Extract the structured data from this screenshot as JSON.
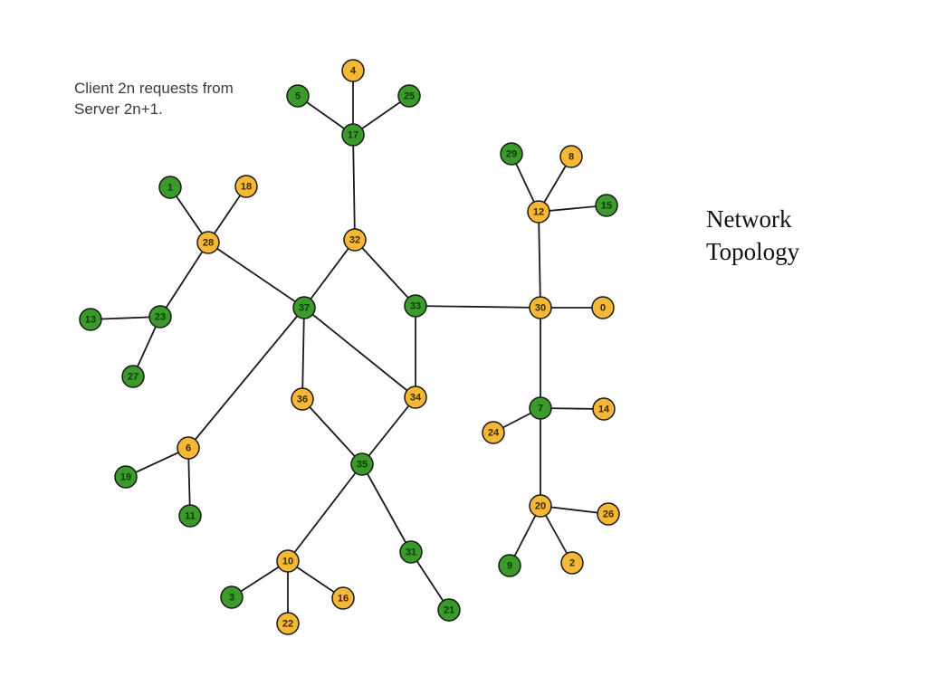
{
  "caption": {
    "line1": "Client 2n requests from",
    "line2": "Server 2n+1."
  },
  "title": {
    "line1": "Network",
    "line2": "Topology"
  },
  "colors": {
    "client": "#3a9a2a",
    "server": "#f4b736",
    "client_text": "#0e3a0e",
    "server_text": "#3a2a00"
  },
  "nodes": [
    {
      "id": "0",
      "role": "server"
    },
    {
      "id": "1",
      "role": "client"
    },
    {
      "id": "2",
      "role": "server"
    },
    {
      "id": "3",
      "role": "client"
    },
    {
      "id": "4",
      "role": "server"
    },
    {
      "id": "5",
      "role": "client"
    },
    {
      "id": "6",
      "role": "server"
    },
    {
      "id": "7",
      "role": "client"
    },
    {
      "id": "8",
      "role": "server"
    },
    {
      "id": "9",
      "role": "client"
    },
    {
      "id": "10",
      "role": "server"
    },
    {
      "id": "11",
      "role": "client"
    },
    {
      "id": "12",
      "role": "server"
    },
    {
      "id": "13",
      "role": "client"
    },
    {
      "id": "14",
      "role": "server"
    },
    {
      "id": "15",
      "role": "client"
    },
    {
      "id": "16",
      "role": "server"
    },
    {
      "id": "17",
      "role": "client"
    },
    {
      "id": "18",
      "role": "server"
    },
    {
      "id": "19",
      "role": "client"
    },
    {
      "id": "20",
      "role": "server"
    },
    {
      "id": "21",
      "role": "client"
    },
    {
      "id": "22",
      "role": "server"
    },
    {
      "id": "23",
      "role": "client"
    },
    {
      "id": "24",
      "role": "server"
    },
    {
      "id": "25",
      "role": "client"
    },
    {
      "id": "26",
      "role": "server"
    },
    {
      "id": "27",
      "role": "client"
    },
    {
      "id": "28",
      "role": "server"
    },
    {
      "id": "29",
      "role": "client"
    },
    {
      "id": "30",
      "role": "server"
    },
    {
      "id": "31",
      "role": "client"
    },
    {
      "id": "32",
      "role": "server"
    },
    {
      "id": "33",
      "role": "client"
    },
    {
      "id": "34",
      "role": "server"
    },
    {
      "id": "35",
      "role": "client"
    },
    {
      "id": "36",
      "role": "server"
    },
    {
      "id": "37",
      "role": "client"
    }
  ],
  "edges": [
    [
      "4",
      "17"
    ],
    [
      "5",
      "17"
    ],
    [
      "25",
      "17"
    ],
    [
      "17",
      "32"
    ],
    [
      "32",
      "37"
    ],
    [
      "32",
      "33"
    ],
    [
      "1",
      "28"
    ],
    [
      "18",
      "28"
    ],
    [
      "28",
      "37"
    ],
    [
      "28",
      "23"
    ],
    [
      "13",
      "23"
    ],
    [
      "27",
      "23"
    ],
    [
      "37",
      "36"
    ],
    [
      "37",
      "34"
    ],
    [
      "37",
      "6"
    ],
    [
      "33",
      "34"
    ],
    [
      "33",
      "30"
    ],
    [
      "36",
      "35"
    ],
    [
      "34",
      "35"
    ],
    [
      "6",
      "19"
    ],
    [
      "6",
      "11"
    ],
    [
      "35",
      "10"
    ],
    [
      "35",
      "31"
    ],
    [
      "10",
      "3"
    ],
    [
      "10",
      "16"
    ],
    [
      "10",
      "22"
    ],
    [
      "31",
      "21"
    ],
    [
      "29",
      "12"
    ],
    [
      "8",
      "12"
    ],
    [
      "15",
      "12"
    ],
    [
      "12",
      "30"
    ],
    [
      "30",
      "0"
    ],
    [
      "30",
      "7"
    ],
    [
      "7",
      "24"
    ],
    [
      "7",
      "14"
    ],
    [
      "7",
      "20"
    ],
    [
      "20",
      "26"
    ],
    [
      "20",
      "9"
    ],
    [
      "20",
      "2"
    ]
  ]
}
